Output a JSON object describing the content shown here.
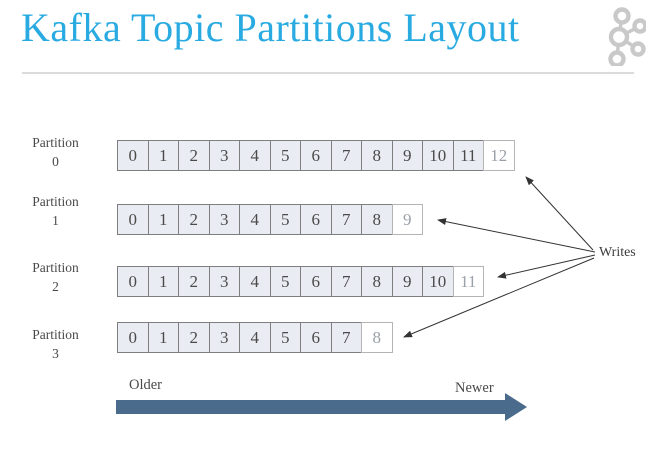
{
  "header": {
    "title": "Kafka Topic Partitions Layout"
  },
  "icons": {
    "logo": "kafka-logo"
  },
  "diagram": {
    "partitions": [
      {
        "label_line1": "Partition",
        "label_line2": "0",
        "cells": [
          "0",
          "1",
          "2",
          "3",
          "4",
          "5",
          "6",
          "7",
          "8",
          "9",
          "10",
          "11"
        ],
        "next_offset": "12"
      },
      {
        "label_line1": "Partition",
        "label_line2": "1",
        "cells": [
          "0",
          "1",
          "2",
          "3",
          "4",
          "5",
          "6",
          "7",
          "8"
        ],
        "next_offset": "9"
      },
      {
        "label_line1": "Partition",
        "label_line2": "2",
        "cells": [
          "0",
          "1",
          "2",
          "3",
          "4",
          "5",
          "6",
          "7",
          "8",
          "9",
          "10"
        ],
        "next_offset": "11"
      },
      {
        "label_line1": "Partition",
        "label_line2": "3",
        "cells": [
          "0",
          "1",
          "2",
          "3",
          "4",
          "5",
          "6",
          "7"
        ],
        "next_offset": "8"
      }
    ],
    "writes_label": "Writes"
  },
  "timeline": {
    "older_label": "Older",
    "newer_label": "Newer"
  },
  "colors": {
    "title": "#29ABE2",
    "logo": "#C9C9C9",
    "cell_fill": "#E9EDF3",
    "cell_border": "#7E7E7E",
    "cell_text": "#4A4A4A",
    "next_cell_border": "#B4B4B4",
    "next_cell_text": "#9AA1A9",
    "write_arrow": "#333333",
    "timeline_arrow": "#4A6B8C"
  }
}
